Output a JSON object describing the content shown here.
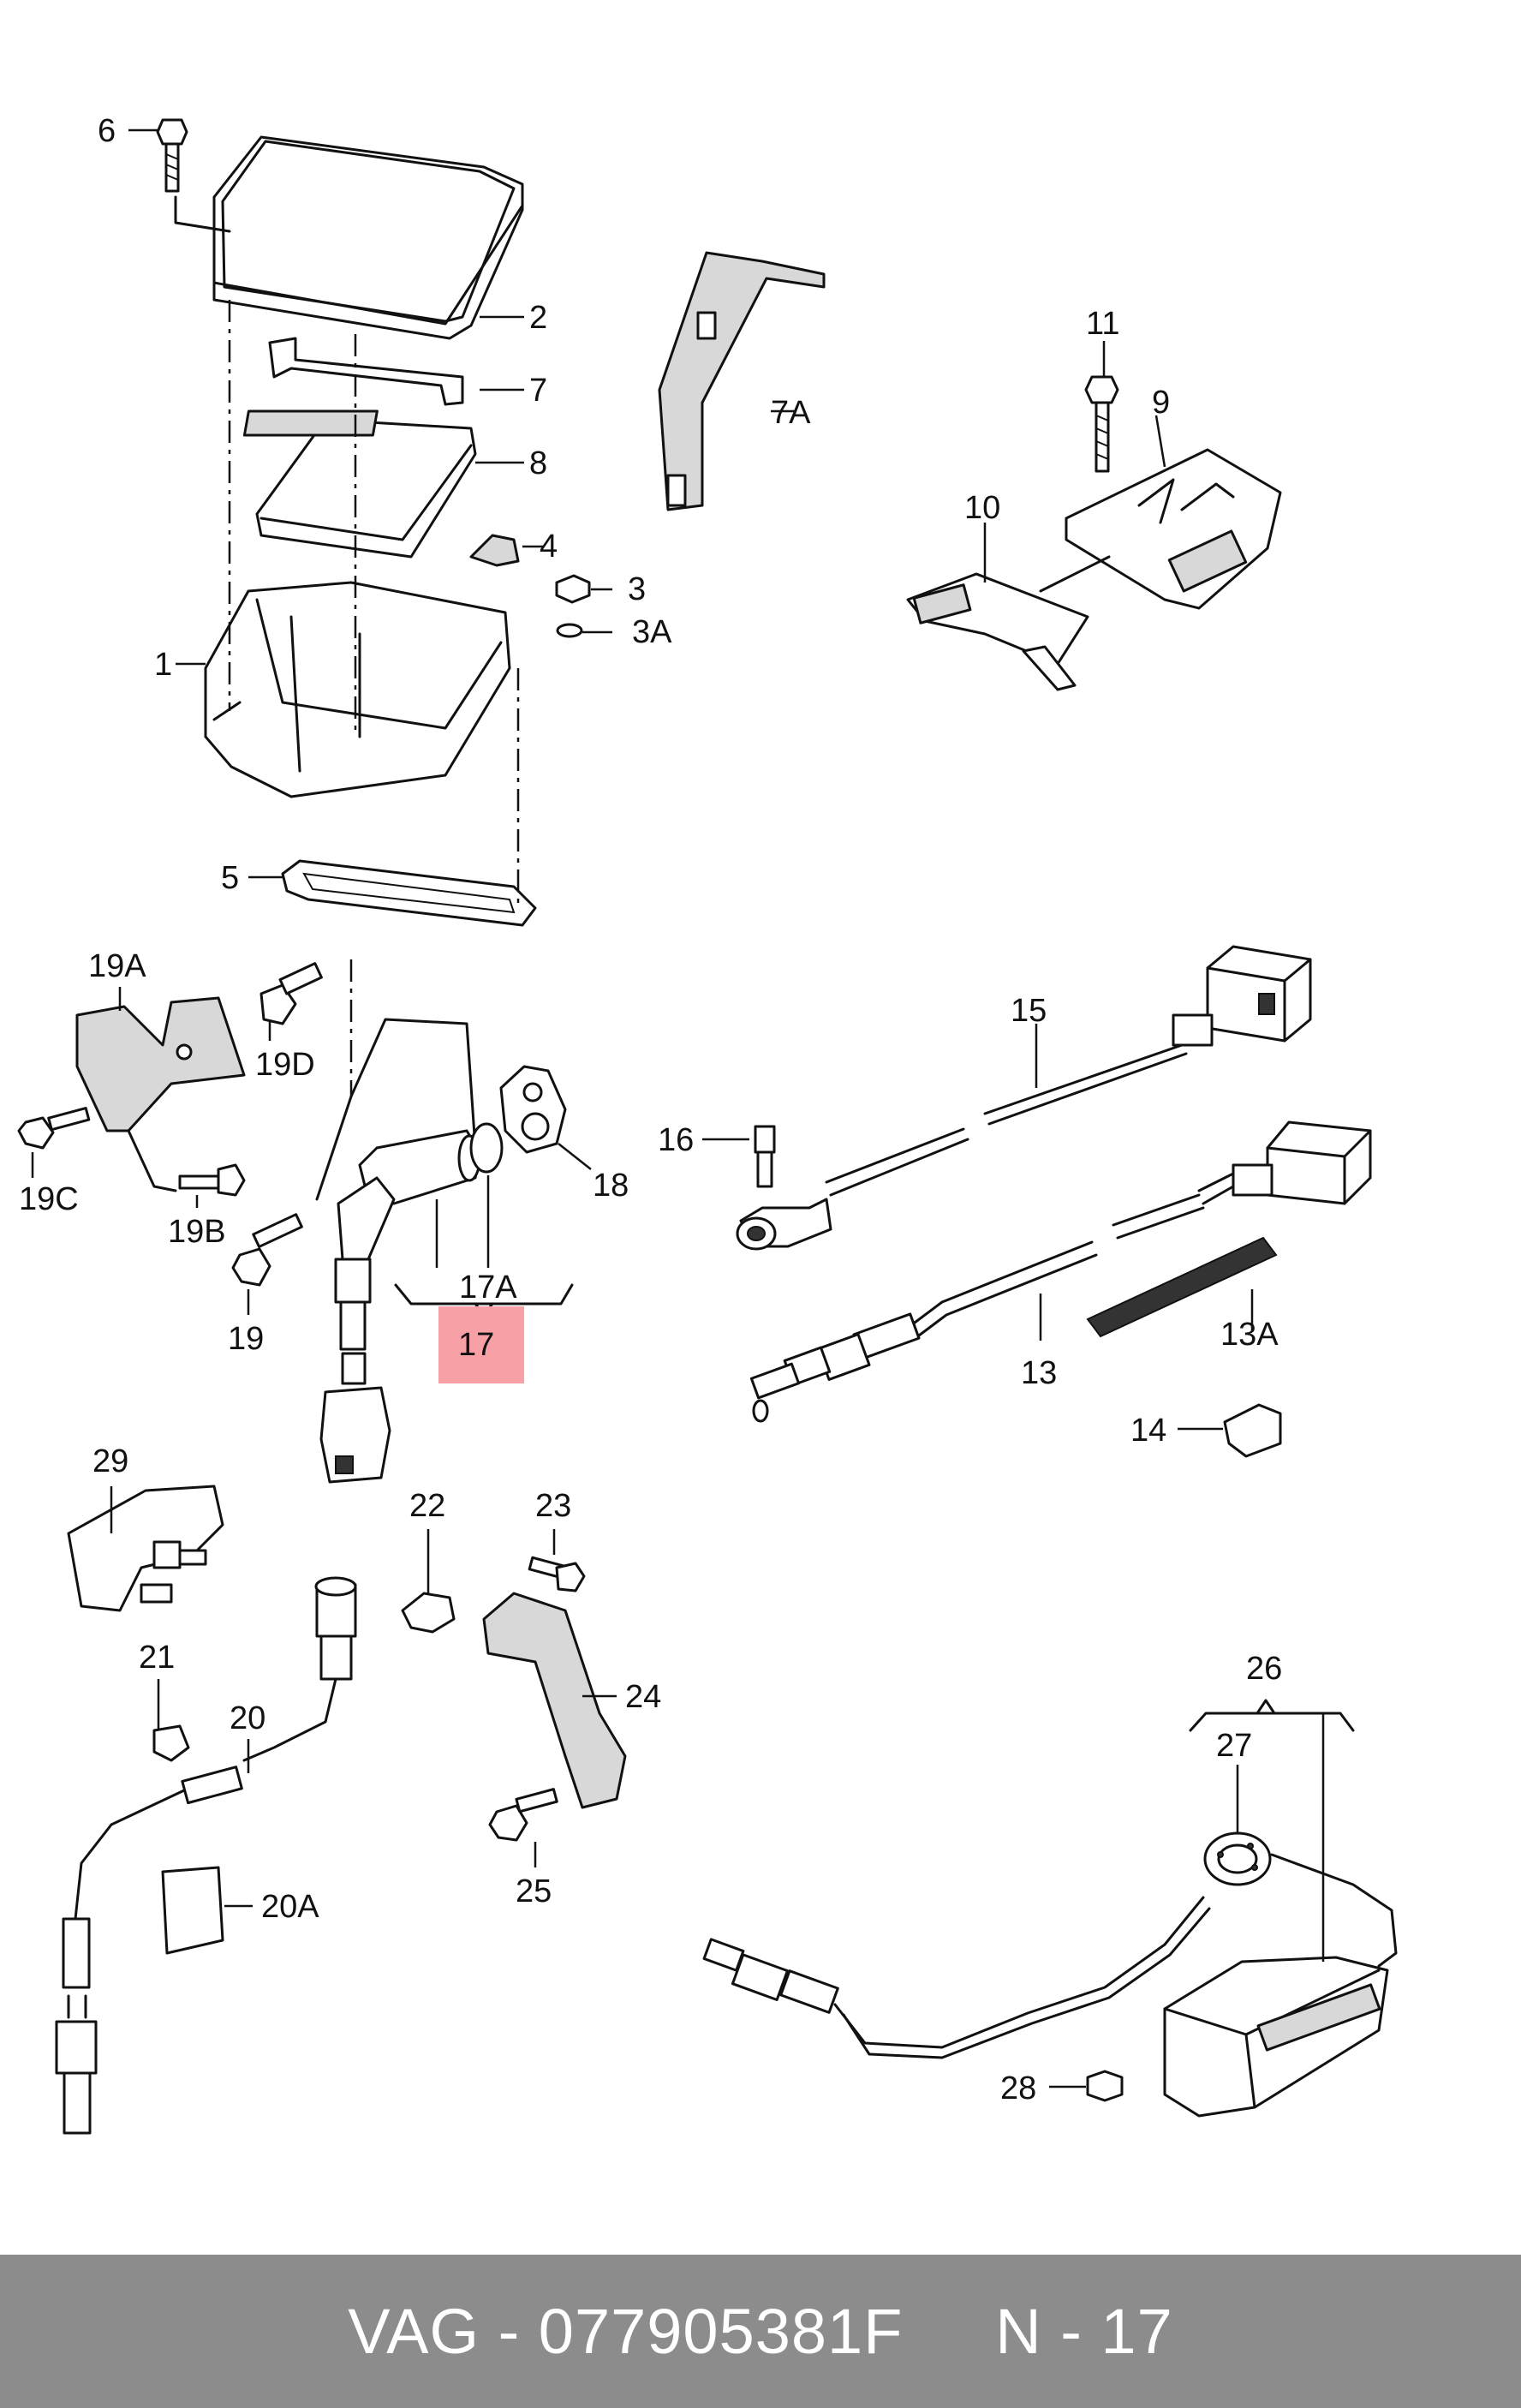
{
  "labels": {
    "l1": "1",
    "l2": "2",
    "l3": "3",
    "l3a": "3A",
    "l4": "4",
    "l5": "5",
    "l6": "6",
    "l7": "7",
    "l7a": "7A",
    "l8": "8",
    "l9": "9",
    "l10": "10",
    "l11": "11",
    "l13": "13",
    "l13a": "13A",
    "l14": "14",
    "l15": "15",
    "l16": "16",
    "l17": "17",
    "l17a": "17A",
    "l18": "18",
    "l19": "19",
    "l19a": "19A",
    "l19b": "19B",
    "l19c": "19C",
    "l19d": "19D",
    "l20": "20",
    "l20a": "20A",
    "l21": "21",
    "l22": "22",
    "l23": "23",
    "l24": "24",
    "l25": "25",
    "l26": "26",
    "l27": "27",
    "l28": "28",
    "l29": "29"
  },
  "highlight_color": "#f7a1a6",
  "footer": {
    "part": "VAG - 077905381F",
    "position": "N - 17"
  }
}
